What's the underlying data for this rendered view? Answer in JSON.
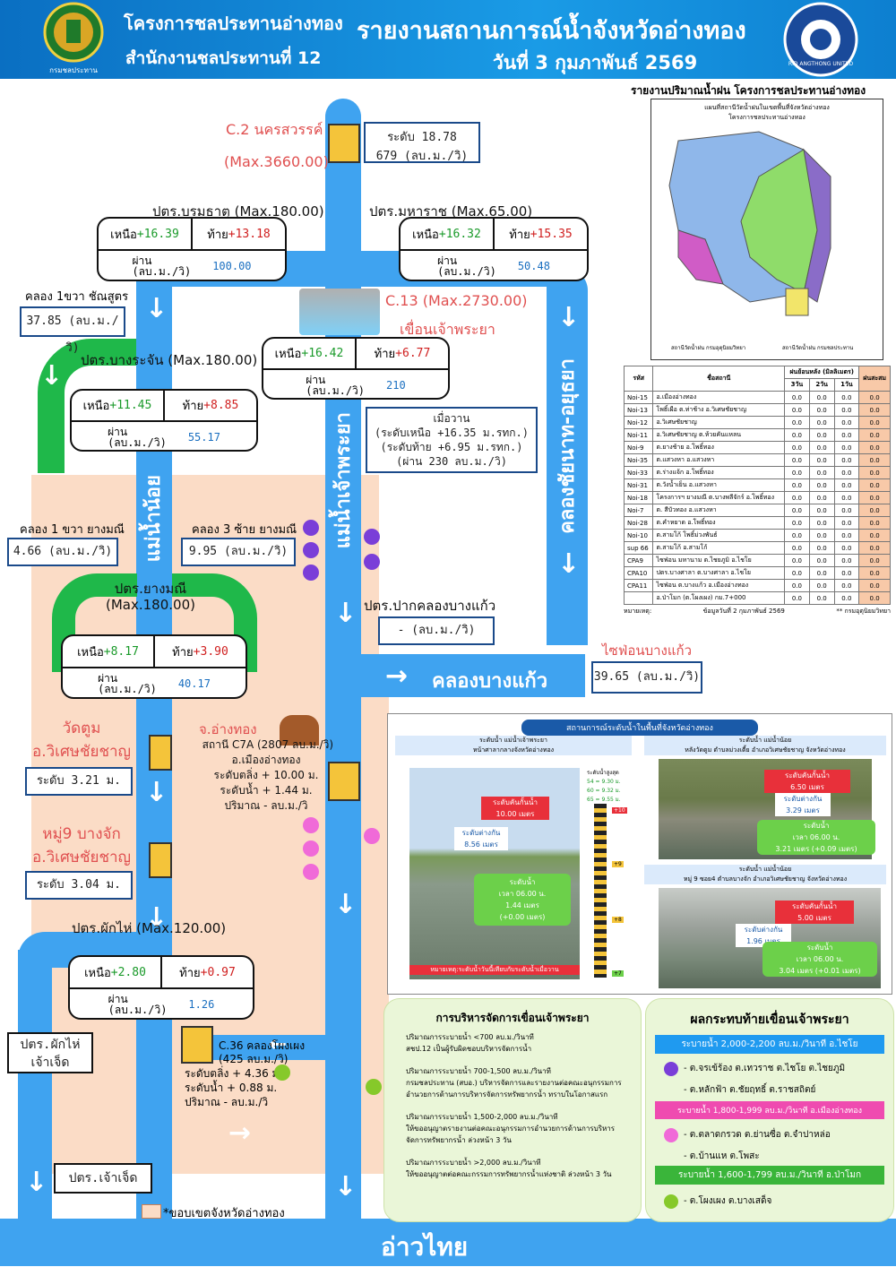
{
  "header": {
    "org_line1": "โครงการชลประทานอ่างทอง",
    "org_line2": "สำนักงานชลประทานที่ 12",
    "title": "รายงานสถานการณ์น้ำจังหวัดอ่างทอง",
    "date": "วันที่  3  กุมภาพันธ์  2569",
    "logo_left_text": "กรมชลประทาน",
    "logo_right_text": "RID ANGTHONG UNITED"
  },
  "c2": {
    "name": "C.2 นครสวรรค์",
    "max": "(Max.3660.00)",
    "level": "ระดับ 18.78",
    "flow": "679 (ลบ.ม./วิ)"
  },
  "borommathat": {
    "name": "ปตร.บรมธาตุ (Max.180.00)",
    "upper_label": "เหนือ",
    "upper": "+16.39",
    "lower_label": "ท้าย",
    "lower": "+13.18",
    "flow_label": "ผ่าน\n(ลบ.ม./วิ)",
    "flow": "100.00"
  },
  "maharat": {
    "name": "ปตร.มหาราช (Max.65.00)",
    "upper_label": "เหนือ",
    "upper": "+16.32",
    "lower_label": "ท้าย",
    "lower": "+15.35",
    "flow_label": "ผ่าน\n(ลบ.ม./วิ)",
    "flow": "50.48"
  },
  "c13": {
    "name": "C.13 (Max.2730.00)",
    "dam": "เขื่อนเจ้าพระยา",
    "upper_label": "เหนือ",
    "upper": "+16.42",
    "lower_label": "ท้าย",
    "lower": "+6.77",
    "flow_label": "ผ่าน\n(ลบ.ม./วิ)",
    "flow": "210"
  },
  "yesterday": {
    "title": "เมื่อวาน",
    "l1": "(ระดับเหนือ +16.35 ม.รทก.)",
    "l2": "(ระดับท้าย  +6.95 ม.รทก.)",
    "l3": "(ผ่าน 230 ลบ.ม./วิ)"
  },
  "khlong1chan": {
    "name": "คลอง 1ขวา ชัณสูตร",
    "flow": "37.85 (ลบ.ม./วิ)"
  },
  "bangrachan": {
    "name": "ปตร.บางระจัน (Max.180.00)",
    "upper_label": "เหนือ",
    "upper": "+11.45",
    "lower_label": "ท้าย",
    "lower": "+8.85",
    "flow_label": "ผ่าน\n(ลบ.ม./วิ)",
    "flow": "55.17"
  },
  "rivers": {
    "noi": "แม่น้ำน้อย",
    "chao": "แม่น้ำเจ้าพระยา",
    "chainat": "คลองชัยนาท-อยุธยา",
    "bangkaeo": "คลองบางแก้ว",
    "gulf": "อ่าวไทย"
  },
  "k1yang": {
    "name": "คลอง 1 ขวา ยางมณี",
    "flow": "4.66 (ลบ.ม./วิ)"
  },
  "k3yang": {
    "name": "คลอง 3 ซ้าย ยางมณี",
    "flow": "9.95 (ลบ.ม./วิ)"
  },
  "yangmani": {
    "name": "ปตร.ยางมณี\n(Max.180.00)",
    "upper_label": "เหนือ",
    "upper": "+8.17",
    "lower_label": "ท้าย",
    "lower": "+3.90",
    "flow_label": "ผ่าน\n(ลบ.ม./วิ)",
    "flow": "40.17"
  },
  "pakbangkaeo": {
    "name": "ปตร.ปากคลองบางแก้ว",
    "flow": "- (ลบ.ม./วิ)"
  },
  "siphon": {
    "name": "ไซฟ่อนบางแก้ว",
    "flow": "39.65 (ลบ.ม./วิ)"
  },
  "wattoom": {
    "name": "วัดตูม\nอ.วิเศษชัยชาญ",
    "level": "ระดับ 3.21 ม."
  },
  "moo9": {
    "name": "หมู่9 บางจัก\nอ.วิเศษชัยชาญ",
    "level": "ระดับ 3.04 ม."
  },
  "angthong": {
    "name": "จ.อ่างทอง",
    "l1": "สถานี C7A (2807 ลบ.ม./วิ)",
    "l2": "อ.เมืองอ่างทอง",
    "l3": "ระดับตลิ่ง + 10.00 ม.",
    "l4": "ระดับน้ำ + 1.44 ม.",
    "l5": "ปริมาณ - ลบ.ม./วิ"
  },
  "phakhai": {
    "name": "ปตร.ผักไห่ (Max.120.00)",
    "upper_label": "เหนือ",
    "upper": "+2.80",
    "lower_label": "ท้าย",
    "lower": "+0.97",
    "flow_label": "ผ่าน\n(ลบ.ม./วิ)",
    "flow": "1.26"
  },
  "phakhai_jj": {
    "name": "ปตร.ผักไห่\nเจ้าเจ็ด"
  },
  "chaojet": {
    "name": "ปตร.เจ้าเจ็ด"
  },
  "c36": {
    "name": "C.36 คลองโผงเผง\n(425 ลบ.ม./วิ)",
    "l1": "ระดับตลิ่ง + 4.36 ม.",
    "l2": "ระดับน้ำ + 0.88 ม.",
    "l3": "ปริมาณ  - ลบ.ม./วิ"
  },
  "legend_border": "*ขอบเขตจังหวัดอ่างทอง",
  "rain": {
    "title": "รายงานปริมาณน้ำฝน โครงการชลประทานอ่างทอง",
    "map_title": "แผนที่สถานีวัดน้ำฝนในเขตพื้นที่จังหวัดอ่างทอง",
    "map_sub": "โครงการชลประทานอ่างทอง",
    "map_leg1": "สถานีวัดน้ำฝน กรมอุตุนิยมวิทยา",
    "map_leg2": "สถานีวัดน้ำฝน กรมชลประทาน",
    "head_code": "รหัส",
    "head_name": "ชื่อสถานี",
    "head_group": "ฝนย้อนหลัง (มิลลิเมตร)",
    "head_3d": "3วัน",
    "head_2d": "2วัน",
    "head_1d": "1วัน",
    "head_acc": "ฝนสะสม",
    "rows": [
      [
        "Noi-15",
        "อ.เมืองอ่างทอง",
        "0.0",
        "0.0",
        "0.0",
        "0.0"
      ],
      [
        "Noi-13",
        "โพธิ์เผือ ต.ท่าช้าง อ.วิเศษชัยชาญ",
        "0.0",
        "0.0",
        "0.0",
        "0.0"
      ],
      [
        "Noi-12",
        "อ.วิเศษชัยชาญ",
        "0.0",
        "0.0",
        "0.0",
        "0.0"
      ],
      [
        "Noi-11",
        "อ.วิเศษชัยชาญ ต.ห้วยคันแหลน",
        "0.0",
        "0.0",
        "0.0",
        "0.0"
      ],
      [
        "Noi-9",
        "ต.ยางช้าย อ.โพธิ์ทอง",
        "0.0",
        "0.0",
        "0.0",
        "0.0"
      ],
      [
        "Noi-35",
        "ต.แสวงหา อ.แสวงหา",
        "0.0",
        "0.0",
        "0.0",
        "0.0"
      ],
      [
        "Noi-33",
        "ต.ร่างแจ้ก อ.โพธิ์ทอง",
        "0.0",
        "0.0",
        "0.0",
        "0.0"
      ],
      [
        "Noi-31",
        "ต.วังน้ำเย็น อ.แสวงหา",
        "0.0",
        "0.0",
        "0.0",
        "0.0"
      ],
      [
        "Noi-18",
        "โครงการฯ ยางมณี ต.บางพลีจักร์ อ.โพธิ์ทอง",
        "0.0",
        "0.0",
        "0.0",
        "0.0"
      ],
      [
        "Noi-7",
        "ต. สีบัวทอง อ.แสวงหา",
        "0.0",
        "0.0",
        "0.0",
        "0.0"
      ],
      [
        "Noi-28",
        "ต.คำหยาด อ.โพธิ์ทอง",
        "0.0",
        "0.0",
        "0.0",
        "0.0"
      ],
      [
        "Noi-10",
        "ต.สามโก้ โพธิ์ม่วงพันธ์",
        "0.0",
        "0.0",
        "0.0",
        "0.0"
      ],
      [
        "sup 66",
        "ต.สามโก้ อ.สามโก้",
        "0.0",
        "0.0",
        "0.0",
        "0.0"
      ],
      [
        "CPA9",
        "ไซฟ่อน มหานาม ต.ไชยภูมิ อ.ไชโย",
        "0.0",
        "0.0",
        "0.0",
        "0.0"
      ],
      [
        "CPA10",
        "ปตร.บางศาลา ต.บางศาลา อ.ไชโย",
        "0.0",
        "0.0",
        "0.0",
        "0.0"
      ],
      [
        "CPA11",
        "ไซฟ่อน ต.บางแก้ว อ.เมืองอ่างทอง",
        "0.0",
        "0.0",
        "0.0",
        "0.0"
      ],
      [
        "",
        "อ.ป่าโมก (ต.โผงเผง) กม.7+000",
        "0.0",
        "0.0",
        "0.0",
        "0.0"
      ]
    ],
    "note_label": "หมายเหตุ:",
    "note_date": "ข้อมูลวันที่     2 กุมภาพันธ์ 2569",
    "note_src": "** กรมอุตุนิยมวิทยา"
  },
  "level_panel": {
    "title": "สถานการณ์ระดับน้ำในพื้นที่จังหวัดอ่างทอง",
    "left_h1": "ระดับน้ำ แม่น้ำเจ้าพระยา",
    "left_h2": "หน้าศาลากลางจังหวัดอ่างทอง",
    "left_bank": "ระดับคันกั้นน้ำ\n10.00 เมตร",
    "left_diff": "ระดับต่างกัน\n8.56 เมตร",
    "left_water": "ระดับน้ำ\nเวลา 06.00 น.\n1.44 เมตร\n(+0.00 เมตร)",
    "left_note": "หมายเหตุ:ระดับน้ำวันนี้เทียบกับระดับน้ำเมื่อวาน",
    "gauge_title": "ระดับน้ำสูงสุด",
    "gauge_r1": "54 = 9.30 ม.",
    "gauge_r2": "60 = 9.32 ม.",
    "gauge_r3": "65 = 9.55 ม.",
    "gauge_ticks": [
      "+10",
      "+9",
      "+8",
      "+7"
    ],
    "r1_h1": "ระดับน้ำ แม่น้ำน้อย",
    "r1_h2": "หลังวัดตูม ตำบลม่วงเตี้ย อำเภอวิเศษชัยชาญ จังหวัดอ่างทอง",
    "r1_bank": "ระดับคันกั้นน้ำ\n6.50 เมตร",
    "r1_diff": "ระดับต่างกัน\n3.29 เมตร",
    "r1_water": "ระดับน้ำ\nเวลา 06.00 น.\n3.21 เมตร (+0.09 เมตร)",
    "r2_h1": "ระดับน้ำ แม่น้ำน้อย",
    "r2_h2": "หมู่ 9 ซอย4 ตำบลบางจัก อำเภอวิเศษชัยชาญ จังหวัดอ่างทอง",
    "r2_bank": "ระดับคันกั้นน้ำ\n5.00 เมตร",
    "r2_diff": "ระดับต่างกัน\n1.96 เมตร",
    "r2_water": "ระดับน้ำ\nเวลา 06.00 น.\n3.04 เมตร (+0.01 เมตร)"
  },
  "management": {
    "title": "การบริหารจัดการเขื่อนเจ้าพระยา",
    "i1a": "ปริมาณการระบายน้ำ <700 ลบ.ม./วินาที",
    "i1b": "สชป.12 เป็นผู้รับผิดชอบบริหารจัดการน้ำ",
    "i2a": "ปริมาณการระบายน้ำ 700-1,500 ลบ.ม./วินาที",
    "i2b": "กรมชลประทาน (สบอ.) บริหารจัดการและรายงานต่อคณะอนุกรรมการอำนวยการด้านการบริหารจัดการทรัพยากรน้ำ ทราบในโอกาสแรก",
    "i3a": "ปริมาณการระบายน้ำ 1,500-2,000 ลบ.ม./วินาที",
    "i3b": "ให้ขออนุญาตรายงานต่อคณะอนุกรรมการอำนวยการด้านการบริหารจัดการทรัพยากรน้ำ ล่วงหน้า 3 วัน",
    "i4a": "ปริมาณการระบายน้ำ >2,000 ลบ.ม./วินาที",
    "i4b": "ให้ขออนุญาตต่อคณะกรรมการทรัพยากรน้ำแห่งชาติ ล่วงหน้า 3 วัน"
  },
  "impact": {
    "title": "ผลกระทบท้ายเขื่อนเจ้าพระยา",
    "b1": "ระบายน้ำ 2,000-2,200 ลบ.ม./วินาที   อ.ไชโย",
    "b1a": "- ต.จรเข้ร้อง ต.เทวราช ต.ไชโย ต.ไชยภูมิ",
    "b1b": "- ต.หลักฟ้า ต.ชัยฤทธิ์ ต.ราชสถิตย์",
    "b2": "ระบายน้ำ 1,800-1,999 ลบ.ม./วินาที อ.เมืองอ่างทอง",
    "b2a": "- ต.ตลาดกรวด ต.ย่านซื่อ ต.จำปาหล่อ",
    "b2b": "- ต.บ้านแห ต.โพสะ",
    "b3": "ระบายน้ำ 1,600-1,799 ลบ.ม./วินาที   อ.ป่าโมก",
    "b3a": "- ต.โผงเผง ต.บางเสด็จ"
  },
  "colors": {
    "river": "#3fa3f0",
    "purple": "#7a3ed8",
    "pink": "#f06ad8",
    "green": "#86c92a",
    "border_orange": "#fbdcc6"
  }
}
